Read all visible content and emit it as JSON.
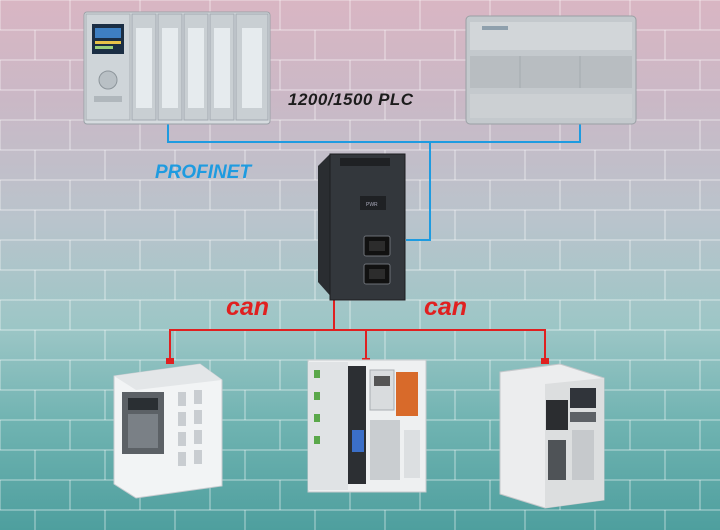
{
  "labels": {
    "plc": "1200/1500  PLC",
    "profinet": "PROFINET",
    "can_left": "can",
    "can_right": "can"
  },
  "colors": {
    "profinet_line": "#1e9be0",
    "can_line": "#e02020",
    "label_dark": "#1c1c1c"
  },
  "icons": [
    "plc-s7-1500-rack-icon",
    "plc-s7-1200-icon",
    "gateway-module-icon",
    "frequency-inverter-icon",
    "io-coupler-icon",
    "servo-drive-icon"
  ]
}
